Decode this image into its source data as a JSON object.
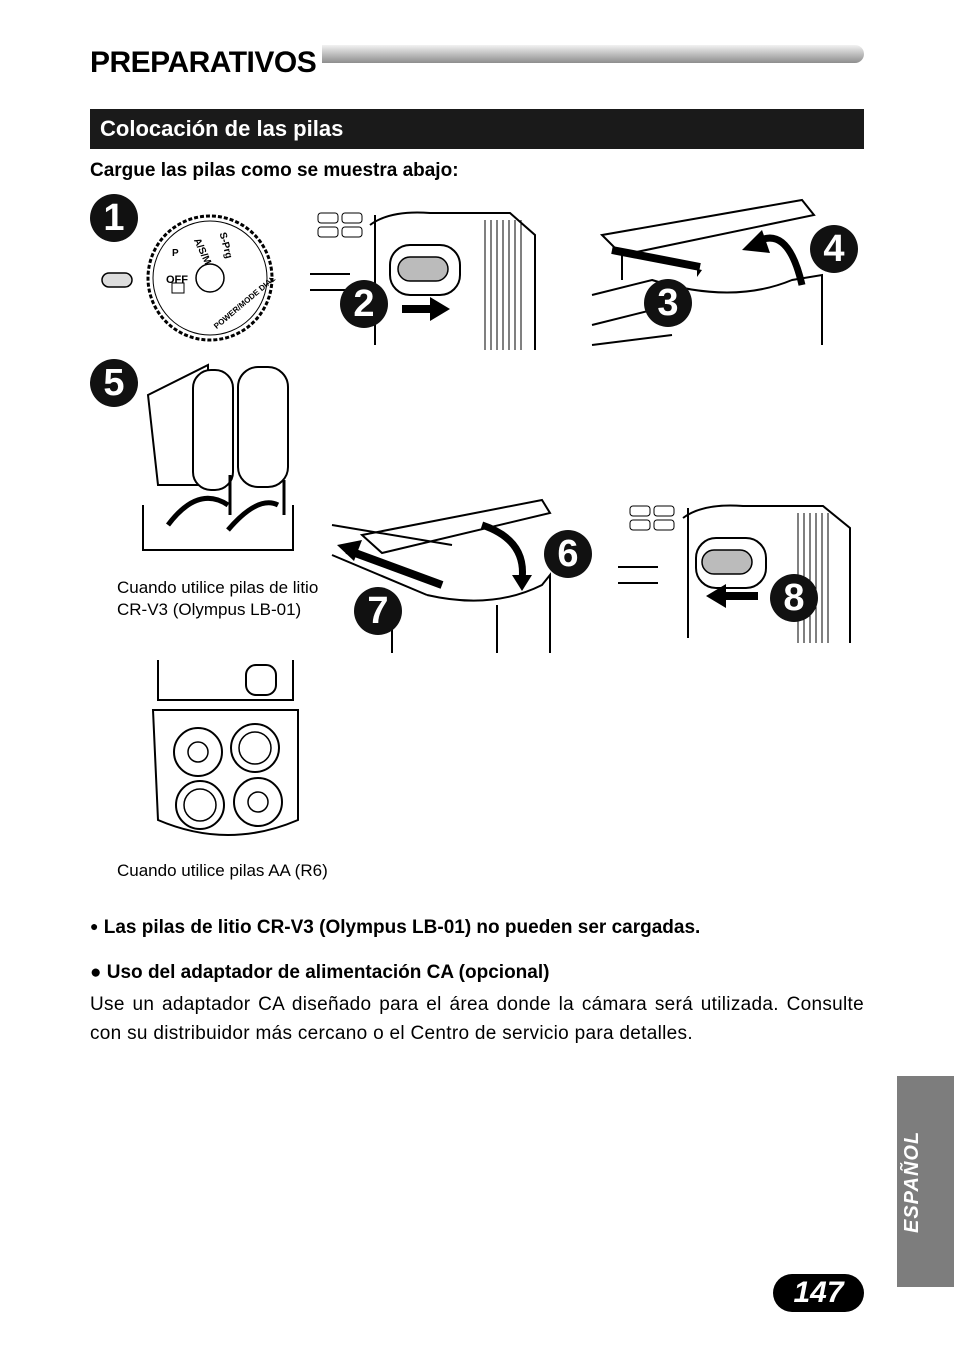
{
  "header": {
    "title": "PREPARATIVOS"
  },
  "section": {
    "title": "Colocación de las pilas"
  },
  "intro": "Cargue las pilas como se muestra abajo:",
  "steps": [
    "1",
    "2",
    "3",
    "4",
    "5",
    "6",
    "7",
    "8"
  ],
  "dial": {
    "labels": [
      "S-Prg",
      "A/S/M",
      "P",
      "OFF",
      "POWER/MODE DIAL"
    ]
  },
  "captions": {
    "lithium": "Cuando utilice pilas de litio CR-V3 (Olympus LB-01)",
    "aa": "Cuando utilice pilas AA (R6)"
  },
  "notes": {
    "bullet1": "Las pilas de litio CR-V3 (Olympus LB-01) no pueden ser cargadas.",
    "bullet2_title": "Uso del adaptador de alimentación CA (opcional)",
    "bullet2_body": "Use un adaptador CA diseñado para el área donde la cámara será utilizada. Consulte con su distribuidor más cercano o el Centro de servicio para detalles."
  },
  "side_tab": "ESPAÑOL",
  "page_number": "147"
}
